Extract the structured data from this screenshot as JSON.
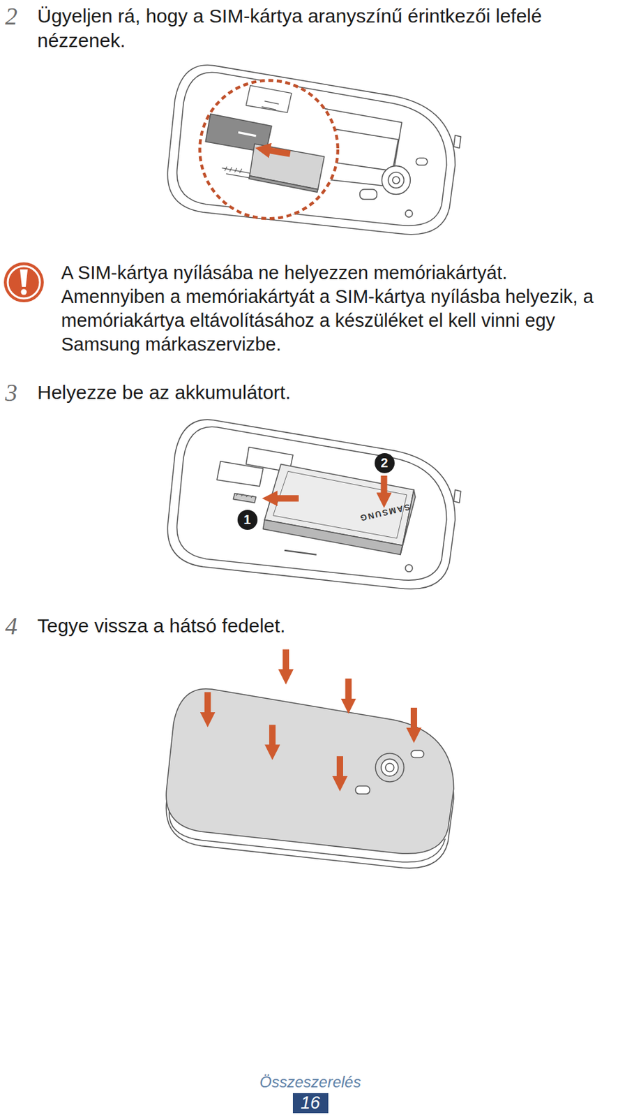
{
  "diagram": {
    "nodes": [
      {
        "text": [
          "1"
        ]
      },
      {
        "text": [
          "2"
        ]
      },
      {
        "text": [
          "Összeszerelés",
          "16"
        ]
      }
    ],
    "labels": [
      "2",
      "Ügyeljen rá, hogy a SIM-kártya aranyszínű érintkezői lefelé nézzenek.",
      "A SIM-kártya nyílásába ne helyezzen memóriakártyát. Amennyiben a memóriakártyát a SIM-kártya nyílásba helyezik, a memóriakártya eltávolításához a készüléket el kell vinni egy Samsung márkaszervizbe.",
      "3",
      "Helyezze be az akkumulátort.",
      "SAMSUNG",
      "4",
      "Tegye vissza a hátsó fedelet."
    ]
  }
}
